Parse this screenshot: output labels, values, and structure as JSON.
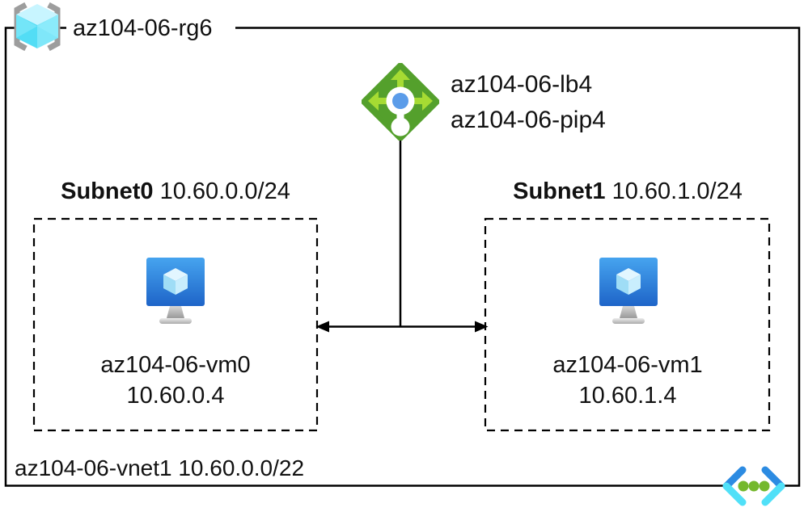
{
  "resource_group": {
    "name": "az104-06-rg6",
    "icon": "resource-group-icon"
  },
  "load_balancer": {
    "name": "az104-06-lb4",
    "public_ip_name": "az104-06-pip4",
    "icon": "load-balancer-icon"
  },
  "subnets": [
    {
      "name": "Subnet0",
      "cidr": "10.60.0.0/24",
      "vm": {
        "name": "az104-06-vm0",
        "ip": "10.60.0.4",
        "icon": "virtual-machine-icon"
      }
    },
    {
      "name": "Subnet1",
      "cidr": "10.60.1.0/24",
      "vm": {
        "name": "az104-06-vm1",
        "ip": "10.60.1.4",
        "icon": "virtual-machine-icon"
      }
    }
  ],
  "vnet": {
    "name": "az104-06-vnet1",
    "cidr": "10.60.0.0/22",
    "icon": "virtual-network-icon"
  },
  "colors": {
    "line_black": "#000000",
    "lb_diamond_green": "#54A02C",
    "lb_arrow_green": "#A6DB33",
    "lb_dot_blue": "#5B9CE9",
    "vm_screen_blue_top": "#46A4EF",
    "vm_screen_blue_bottom": "#1E64C8",
    "cube_cyan_light": "#C8F5FF",
    "cube_cyan_mid": "#53DDF5",
    "vnet_chevron_blue": "#2C8BE2",
    "vnet_chevron_cyan": "#50E0F8",
    "vnet_dot_green": "#74B82D",
    "bracket_gray": "#9D9D9D"
  }
}
